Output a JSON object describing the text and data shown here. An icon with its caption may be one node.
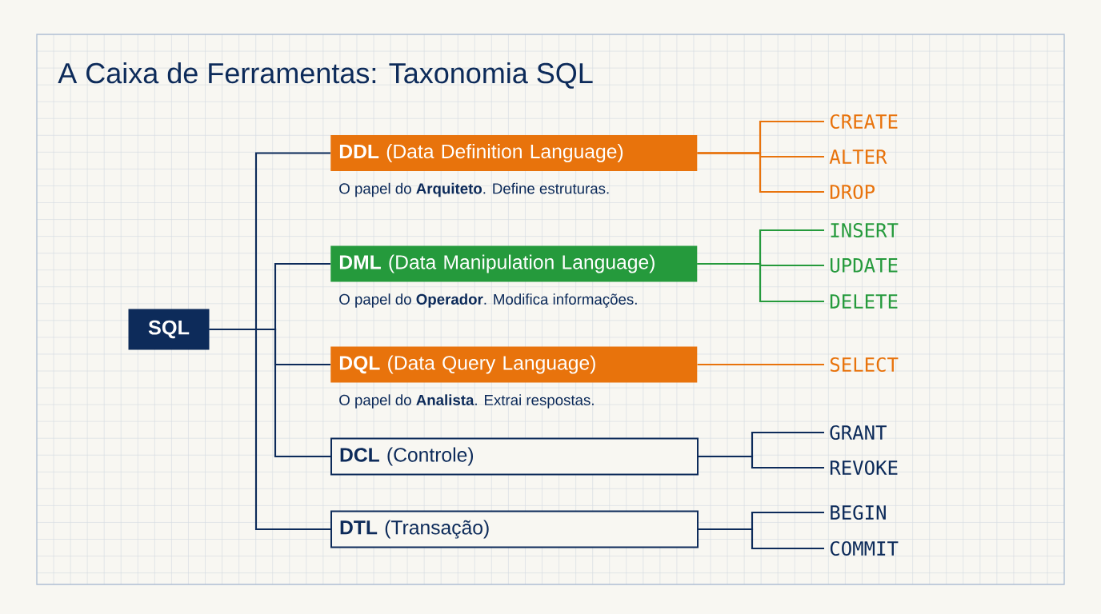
{
  "diagram": {
    "title": "A Caixa de Ferramentas: Taxonomia SQL",
    "nodes": [
      {
        "text": [
          "SQL"
        ]
      },
      {
        "text": [
          "**DDL** (Data Definition Language)"
        ],
        "beside": [
          "O papel do **Arquiteto**. Define estruturas."
        ]
      },
      {
        "text": [
          "**DML** (Data Manipulation Language)"
        ],
        "beside": [
          "O papel do **Operador**. Modifica informações."
        ]
      },
      {
        "text": [
          "**DQL** (Data Query Language)"
        ],
        "beside": [
          "O papel do **Analista**. Extrai respostas."
        ]
      },
      {
        "text": [
          "**DCL** (Controle)"
        ]
      },
      {
        "text": [
          "**DTL** (Transação)"
        ]
      },
      {
        "text": [
          "CREATE"
        ]
      },
      {
        "text": [
          "ALTER"
        ]
      },
      {
        "text": [
          "DROP"
        ]
      },
      {
        "text": [
          "INSERT"
        ]
      },
      {
        "text": [
          "UPDATE"
        ]
      },
      {
        "text": [
          "DELETE"
        ]
      },
      {
        "text": [
          "SELECT"
        ]
      },
      {
        "text": [
          "GRANT"
        ]
      },
      {
        "text": [
          "REVOKE"
        ]
      },
      {
        "text": [
          "BEGIN"
        ]
      },
      {
        "text": [
          "COMMIT"
        ]
      }
    ],
    "edges": [
      {
        "from": 0,
        "to": 1,
        "arrow": "none"
      },
      {
        "from": 0,
        "to": 2,
        "arrow": "none"
      },
      {
        "from": 0,
        "to": 3,
        "arrow": "none"
      },
      {
        "from": 0,
        "to": 4,
        "arrow": "none"
      },
      {
        "from": 0,
        "to": 5,
        "arrow": "none"
      },
      {
        "from": 1,
        "to": 6,
        "arrow": "none",
        "color": "#e8730c"
      },
      {
        "from": 1,
        "to": 7,
        "arrow": "none",
        "color": "#e8730c"
      },
      {
        "from": 1,
        "to": 8,
        "arrow": "none",
        "color": "#e8730c"
      },
      {
        "from": 2,
        "to": 9,
        "arrow": "none",
        "color": "#259a3c"
      },
      {
        "from": 2,
        "to": 10,
        "arrow": "none",
        "color": "#259a3c"
      },
      {
        "from": 2,
        "to": 11,
        "arrow": "none",
        "color": "#259a3c"
      },
      {
        "from": 3,
        "to": 12,
        "arrow": "none",
        "color": "#e8730c"
      },
      {
        "from": 4,
        "to": 13,
        "arrow": "none"
      },
      {
        "from": 4,
        "to": 14,
        "arrow": "none"
      },
      {
        "from": 5,
        "to": 15,
        "arrow": "none"
      },
      {
        "from": 5,
        "to": 16,
        "arrow": "none"
      }
    ]
  }
}
